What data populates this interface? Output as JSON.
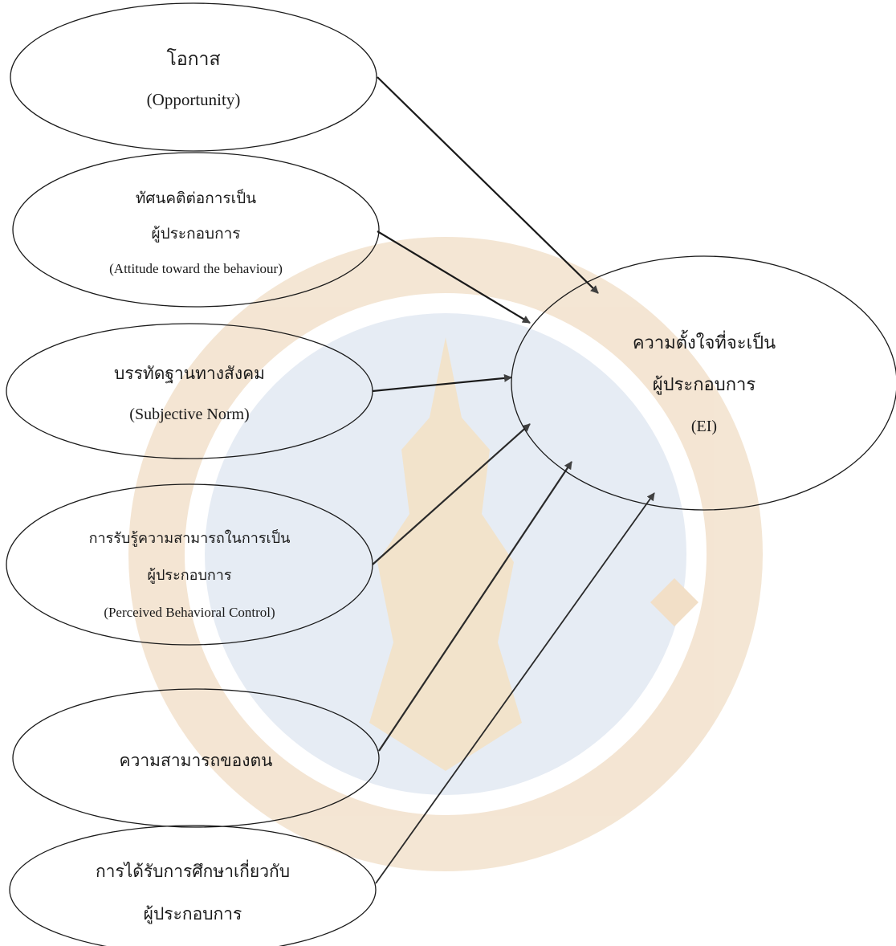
{
  "nodes": {
    "opportunity": {
      "th": "โอกาส",
      "en": "(Opportunity)"
    },
    "attitude": {
      "th1": "ทัศนคติต่อการเป็น",
      "th2": "ผู้ประกอบการ",
      "en": "(Attitude toward the behaviour)"
    },
    "norm": {
      "th": "บรรทัดฐานทางสังคม",
      "en": "(Subjective Norm)"
    },
    "pbc": {
      "th1": "การรับรู้ความสามารถในการเป็น",
      "th2": "ผู้ประกอบการ",
      "en": "(Perceived Behavioral Control)"
    },
    "self_efficacy": {
      "th": "ความสามารถของตน"
    },
    "education": {
      "th1": "การได้รับการศึกษาเกี่ยวกับ",
      "th2": "ผู้ประกอบการ"
    },
    "ei": {
      "th1": "ความตั้งใจที่จะเป็น",
      "th2": "ผู้ประกอบการ",
      "en": "(EI)"
    }
  },
  "edges": [
    {
      "from": "opportunity",
      "to": "ei"
    },
    {
      "from": "attitude",
      "to": "ei"
    },
    {
      "from": "norm",
      "to": "ei"
    },
    {
      "from": "pbc",
      "to": "ei"
    },
    {
      "from": "self_efficacy",
      "to": "ei"
    },
    {
      "from": "education",
      "to": "ei"
    }
  ],
  "colors": {
    "stroke": "#1a1a1a",
    "arrow": "#404040",
    "watermark_blue": "#dfe6f1",
    "watermark_gold": "#f1dcc2"
  }
}
